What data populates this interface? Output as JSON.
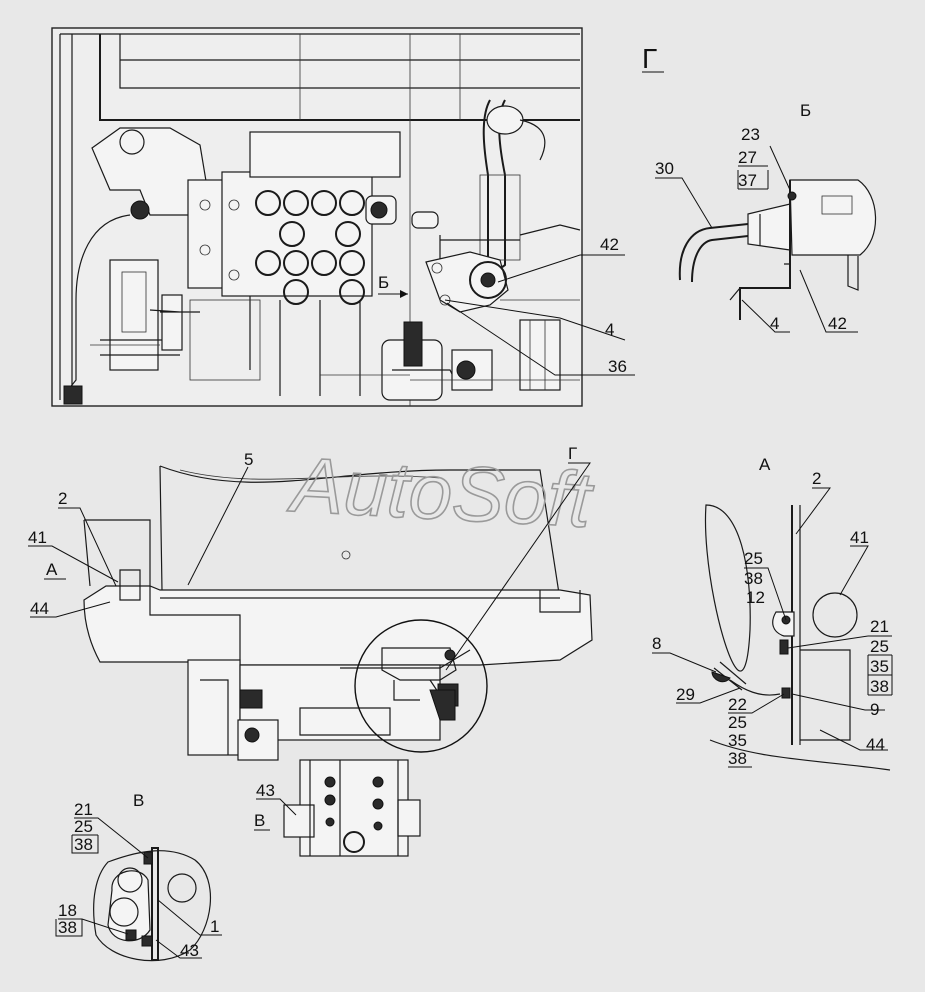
{
  "watermark": "AutoSoft",
  "views": {
    "top": {
      "callouts": [
        "42",
        "4",
        "36"
      ],
      "direction_label": "Б"
    },
    "detail_g": {
      "title": "Г",
      "subtitle": "Б",
      "callouts": {
        "c23": "23",
        "c27": "27",
        "c37": "37",
        "c30": "30",
        "c4": "4",
        "c42": "42"
      }
    },
    "main": {
      "callouts": {
        "c5": "5",
        "c2": "2",
        "c41": "41",
        "a_mark": "А",
        "c44": "44",
        "g_mark": "Г",
        "c43": "43",
        "v_mark": "В"
      }
    },
    "detail_a": {
      "title": "А",
      "callouts": {
        "c2": "2",
        "c41": "41",
        "c25a": "25",
        "c38a": "38",
        "c12": "12",
        "c21": "21",
        "c25b": "25",
        "c35b": "35",
        "c38b": "38",
        "c8": "8",
        "c29": "29",
        "c22": "22",
        "c25c": "25",
        "c35c": "35",
        "c38c": "38",
        "c9": "9",
        "c44": "44"
      }
    },
    "detail_v": {
      "title": "В",
      "callouts": {
        "c21": "21",
        "c25": "25",
        "c38a": "38",
        "c18": "18",
        "c38b": "38",
        "c1": "1",
        "c43": "43"
      }
    }
  }
}
